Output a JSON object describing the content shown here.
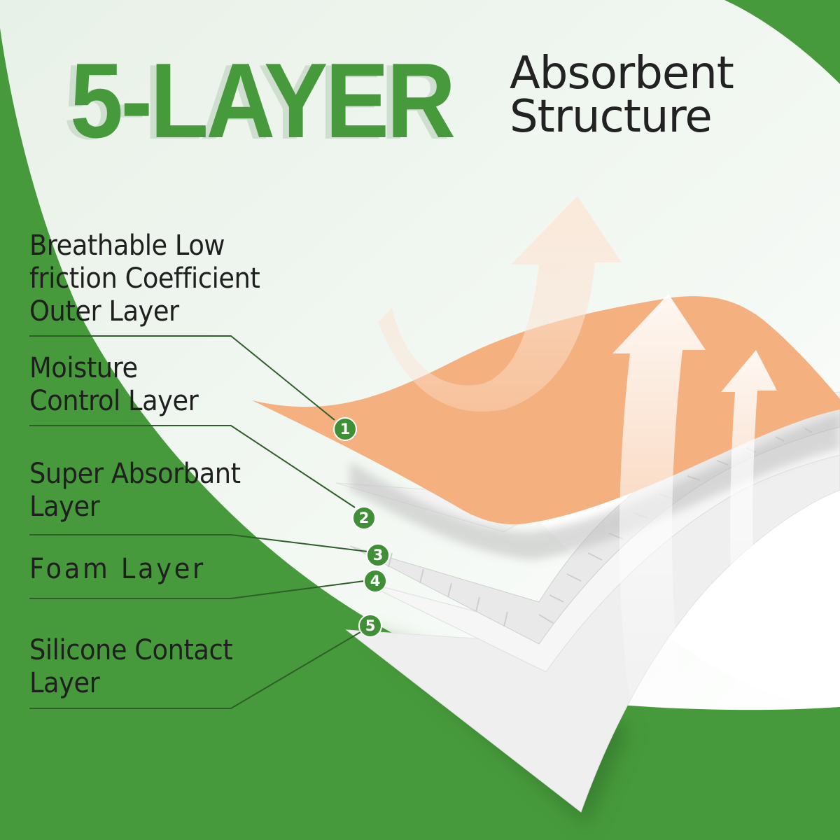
{
  "title": {
    "main": "5-LAYER",
    "sub_line1": "Absorbent",
    "sub_line2": "Structure"
  },
  "colors": {
    "brand_green": "#479a3b",
    "title_shadow": "#cfdfcf",
    "background_light": "#eaf2ea",
    "outer_layer_orange": "#f4b07e",
    "layer_white": "#f2f2f2",
    "text_dark": "#1f1f1f"
  },
  "layers": [
    {
      "number": "1",
      "line1": "Breathable Low",
      "line2": "friction Coefficient",
      "line3": "Outer Layer"
    },
    {
      "number": "2",
      "line1": "Moisture",
      "line2": "Control Layer"
    },
    {
      "number": "3",
      "line1": "Super Absorbant",
      "line2": "Layer"
    },
    {
      "number": "4",
      "line1": "Foam Layer"
    },
    {
      "number": "5",
      "line1": "Silicone Contact",
      "line2": "Layer"
    }
  ],
  "icons": [
    "breathability-arrow-icon",
    "breathability-arrow-icon",
    "breathability-arrow-icon"
  ]
}
